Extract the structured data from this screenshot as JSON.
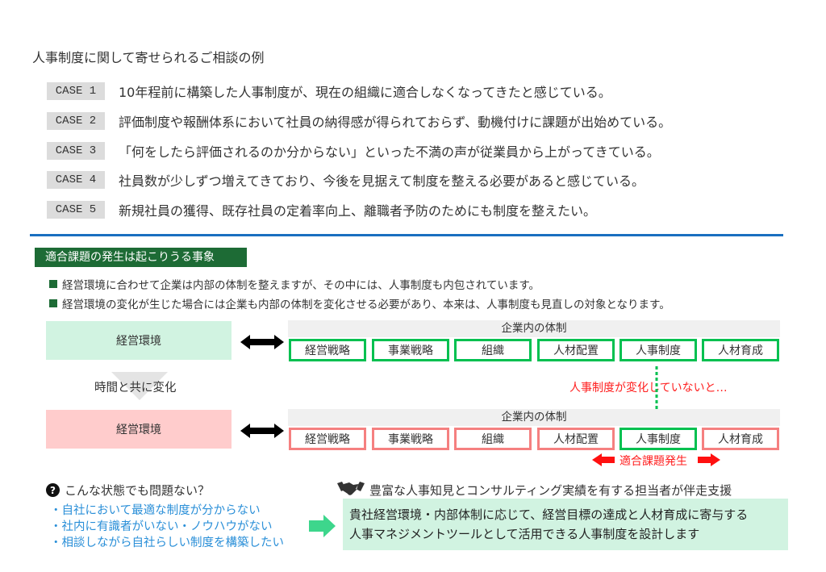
{
  "title": "人事制度に関して寄せられるご相談の例",
  "cases": [
    {
      "label": "CASE 1",
      "text": "10年程前に構築した人事制度が、現在の組織に適合しなくなってきたと感じている。"
    },
    {
      "label": "CASE 2",
      "text": "評価制度や報酬体系において社員の納得感が得られておらず、動機付けに課題が出始めている。"
    },
    {
      "label": "CASE 3",
      "text": "「何をしたら評価されるのか分からない」といった不満の声が従業員から上がってきている。"
    },
    {
      "label": "CASE 4",
      "text": "社員数が少しずつ増えてきており、今後を見据えて制度を整える必要があると感じている。"
    },
    {
      "label": "CASE 5",
      "text": "新規社員の獲得、既存社員の定着率向上、離職者予防のためにも制度を整えたい。"
    }
  ],
  "section": {
    "heading": "適合課題の発生は起こりうる事象",
    "bullets": [
      "経営環境に合わせて企業は内部の体制を整えますが、その中には、人事制度も内包されています。",
      "経営環境の変化が生じた場合には企業も内部の体制を変化させる必要があり、本来は、人事制度も見直しの対象となります。"
    ]
  },
  "diagram": {
    "env_label": "経営環境",
    "system_title": "企業内の体制",
    "items": [
      "経営戦略",
      "事業戦略",
      "組織",
      "人材配置",
      "人事制度",
      "人材育成"
    ],
    "bottom_mismatch": [
      true,
      true,
      true,
      true,
      false,
      true
    ],
    "change_label": "時間と共に変化",
    "warning": "人事制度が変化していないと…",
    "issue": "適合課題発生",
    "colors": {
      "top_env": "#d1f3e1",
      "bottom_env": "#ffcccc",
      "ok": "#00c050",
      "ng": "#f58080",
      "warn": "#ff2020"
    }
  },
  "problems": {
    "heading": "こんな状態でも問題ない？",
    "items": [
      "・自社において最適な制度が分からない",
      "・社内に有識者がいない・ノウハウがない",
      "・相談しながら自社らしい制度を構築したい"
    ]
  },
  "solution": {
    "heading": "豊富な人事知見とコンサルティング実績を有する担当者が伴走支援",
    "lines": [
      "貴社経営環境・内部体制に応じて、経営目標の達成と人材育成に寄与する",
      "人事マネジメントツールとして活用できる人事制度を設計します"
    ]
  }
}
